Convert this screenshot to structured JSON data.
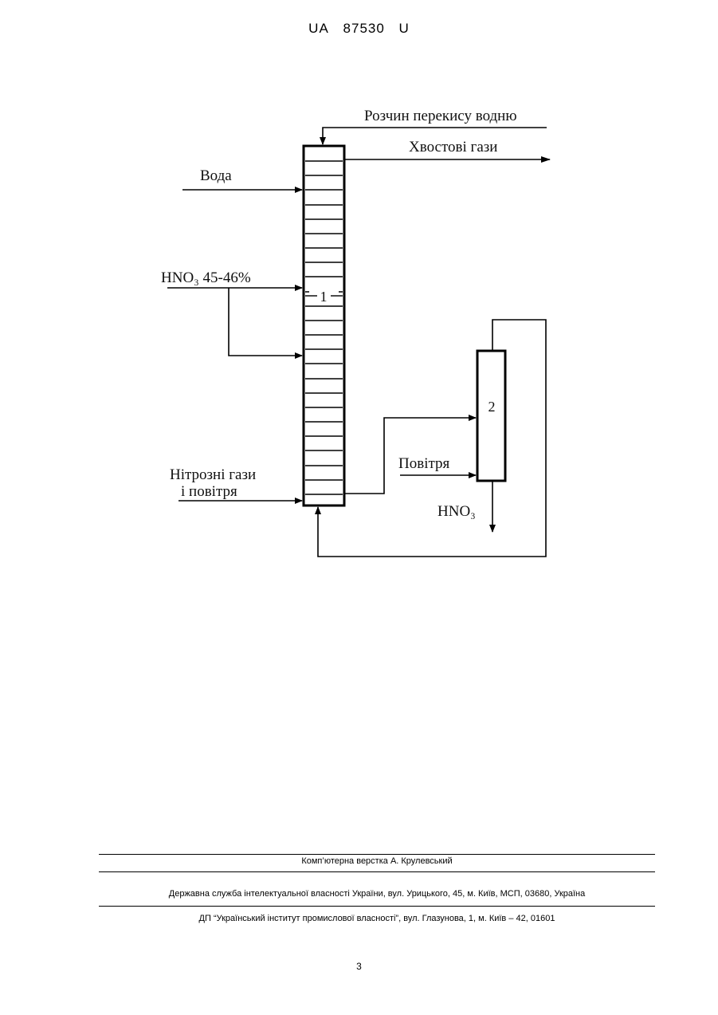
{
  "header": {
    "country": "UA",
    "number": "87530",
    "kind": "U"
  },
  "diagram": {
    "labels": {
      "peroxide": "Розчин перекису водню",
      "tail_gases": "Хвостові гази",
      "water": "Вода",
      "nitric_acid": "HNO₃ 45-46%",
      "nitrous_gases_line1": "Нітрозні гази",
      "nitrous_gases_line2": "і повітря",
      "air": "Повітря",
      "nitric_acid_out": "HNO₃",
      "column_1": "1",
      "column_2": "2"
    }
  },
  "footer": {
    "layout": "Комп’ютерна верстка А. Крулевський",
    "service": "Державна служба інтелектуальної власності України, вул. Урицького, 45, м. Київ, МСП, 03680, Україна",
    "institute": "ДП “Український інститут промислової власності”, вул. Глазунова, 1, м. Київ – 42, 01601"
  },
  "page_number": "3"
}
